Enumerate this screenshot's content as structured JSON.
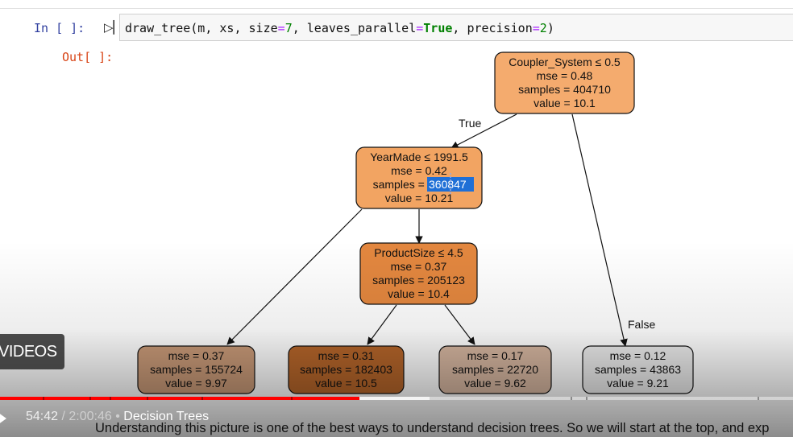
{
  "notebook": {
    "in_prompt": "In [ ]:",
    "out_prompt": "Out[ ]:",
    "code": {
      "func": "draw_tree",
      "args_1": "(m, xs, size",
      "eq": "=",
      "size_val": "7",
      "args_2": ", leaves_parallel",
      "true_kw": "True",
      "args_3": ", precision",
      "precision_val": "2",
      "close": ")"
    }
  },
  "tree": {
    "nodes": [
      {
        "id": "root",
        "lines": [
          "Coupler_System ≤ 0.5",
          "mse = 0.48",
          "samples = 404710",
          "value = 10.1"
        ],
        "color": "#f4ab6e"
      },
      {
        "id": "year",
        "lines": [
          "YearMade ≤ 1991.5",
          "mse = 0.42",
          "samples = 360847",
          "value = 10.21"
        ],
        "color": "#f2a462"
      },
      {
        "id": "product",
        "lines": [
          "ProductSize ≤ 4.5",
          "mse = 0.37",
          "samples = 205123",
          "value = 10.4"
        ],
        "color": "#e3873f"
      },
      {
        "id": "leaf1",
        "lines": [
          "mse = 0.37",
          "samples = 155724",
          "value = 9.97"
        ],
        "color": "#c99a78"
      },
      {
        "id": "leaf2",
        "lines": [
          "mse = 0.31",
          "samples = 182403",
          "value = 10.5"
        ],
        "color": "#b5652a"
      },
      {
        "id": "leaf3",
        "lines": [
          "mse = 0.17",
          "samples = 22720",
          "value = 9.62"
        ],
        "color": "#d6b6a0"
      },
      {
        "id": "leaf4",
        "lines": [
          "mse = 0.12",
          "samples = 43863",
          "value = 9.21"
        ],
        "color": "#ececec"
      }
    ],
    "edge_true": "True",
    "edge_false": "False",
    "selected_text": "360847"
  },
  "player": {
    "videos_label": "VIDEOS",
    "current_time": "54:42",
    "separator": " / ",
    "duration": "2:00:46",
    "dot": " • ",
    "chapter": "Decision Trees",
    "progress_fraction": 0.453,
    "buffer_fraction": 0.542,
    "caption": "Understanding this picture is one of the best ways to understand decision trees. So we will start at the top, and exp"
  }
}
